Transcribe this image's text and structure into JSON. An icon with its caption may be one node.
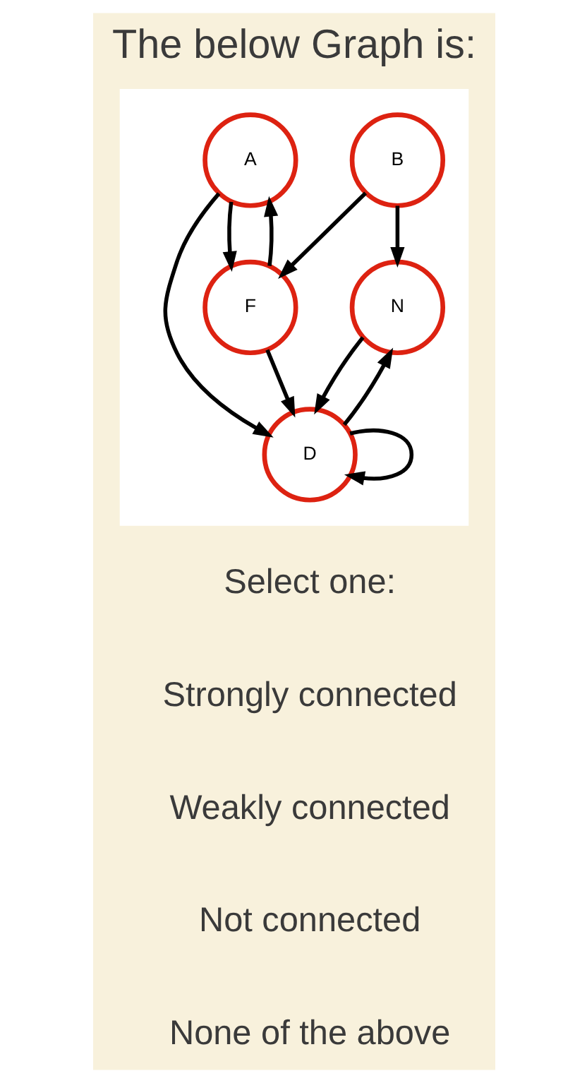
{
  "diagram": {
    "title": "The below Graph is:",
    "nodes": [
      {
        "text": [],
        "shape": "box"
      },
      {
        "text": [
          "N"
        ],
        "in": 0
      },
      {
        "text": [
          "B"
        ],
        "in": 0
      },
      {
        "text": [
          "A"
        ],
        "in": 0
      },
      {
        "text": [
          "F"
        ],
        "in": 0
      },
      {
        "text": [
          "D"
        ],
        "in": 0
      }
    ],
    "edges": [
      {
        "from": 2,
        "to": 1,
        "arrow": "to"
      },
      {
        "from": 2,
        "to": 4,
        "arrow": "to"
      },
      {
        "from": 3,
        "to": 4,
        "arrow": "to"
      },
      {
        "from": 4,
        "to": 3,
        "arrow": "to"
      },
      {
        "from": 3,
        "to": 5,
        "arrow": "to"
      },
      {
        "from": 1,
        "to": 5,
        "arrow": "to"
      },
      {
        "from": 5,
        "to": 1,
        "arrow": "to"
      },
      {
        "from": 4,
        "to": 5,
        "arrow": "to"
      },
      {
        "from": 5,
        "to": 5,
        "arrow": "to"
      }
    ],
    "labels": [
      "Select one:",
      "Strongly connected",
      "Weakly connected",
      "Not connected",
      "None of the above"
    ]
  }
}
